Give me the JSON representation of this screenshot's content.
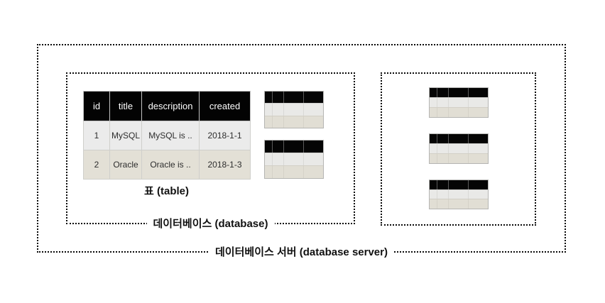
{
  "labels": {
    "server_box": "데이터베이스 서버 (database server)",
    "database_box": "데이터베이스 (database)",
    "table_caption": "표 (table)"
  },
  "main_table": {
    "columns": [
      "id",
      "title",
      "description",
      "created"
    ],
    "rows": [
      [
        "1",
        "MySQL",
        "MySQL is ..",
        "2018-1-1"
      ],
      [
        "2",
        "Oracle",
        "Oracle is ..",
        "2018-1-3"
      ]
    ]
  },
  "icons": {
    "table_icon": "mini database table (black header + two rows)"
  },
  "colors": {
    "box_border": "#0a0a0a",
    "table_header_bg": "#030303",
    "table_header_text": "#ffffff",
    "row_light_bg": "#ebebeb",
    "row_beige_bg": "#e3e0d6",
    "table_border": "#c3c3c3",
    "background": "#ffffff"
  }
}
